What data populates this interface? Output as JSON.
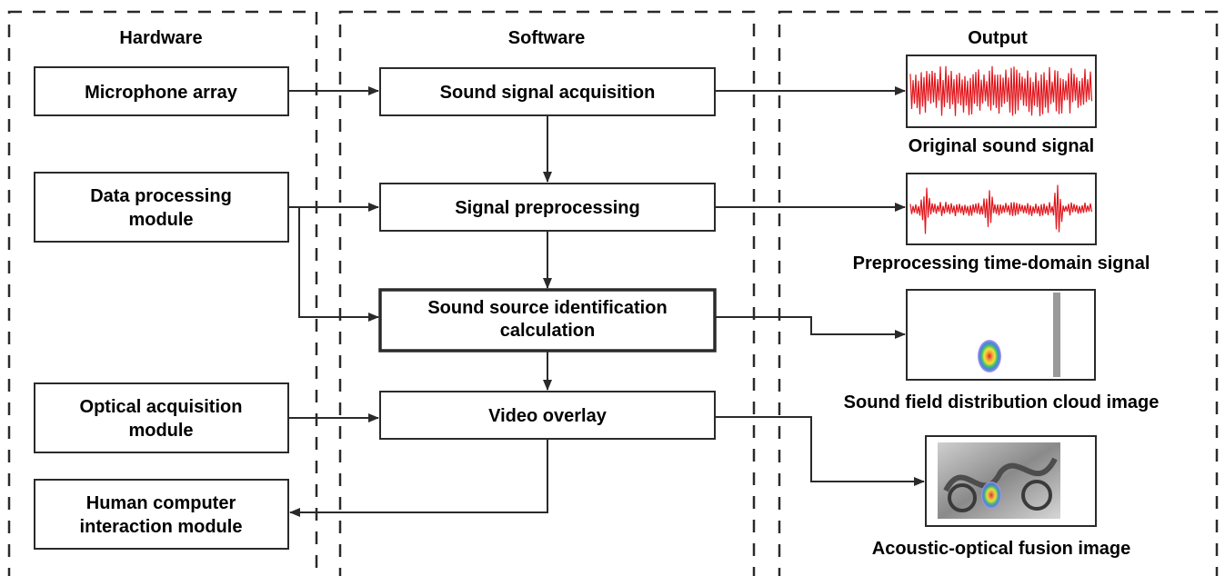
{
  "columns": {
    "hardware": "Hardware",
    "software": "Software",
    "output": "Output"
  },
  "hardware": {
    "mic": "Microphone array",
    "data_1": "Data processing",
    "data_2": "module",
    "optical_1": "Optical acquisition",
    "optical_2": "module",
    "hci_1": "Human computer",
    "hci_2": "interaction module"
  },
  "software": {
    "acquisition": "Sound signal acquisition",
    "preprocessing": "Signal preprocessing",
    "identification_1": "Sound source identification",
    "identification_2": "calculation",
    "overlay": "Video overlay"
  },
  "output": {
    "original": "Original sound signal",
    "preprocessed": "Preprocessing time-domain signal",
    "cloud": "Sound field distribution cloud image",
    "fusion": "Acoustic-optical fusion image"
  },
  "colors": {
    "line": "#2a2a2a",
    "signal_red": "#e0161c",
    "cloud_red": "#e82020",
    "cloud_yellow": "#f2e43a",
    "cloud_green": "#3fbf6a",
    "cloud_blue": "#4a7fe6",
    "cloud_violet": "#b29ae8"
  }
}
